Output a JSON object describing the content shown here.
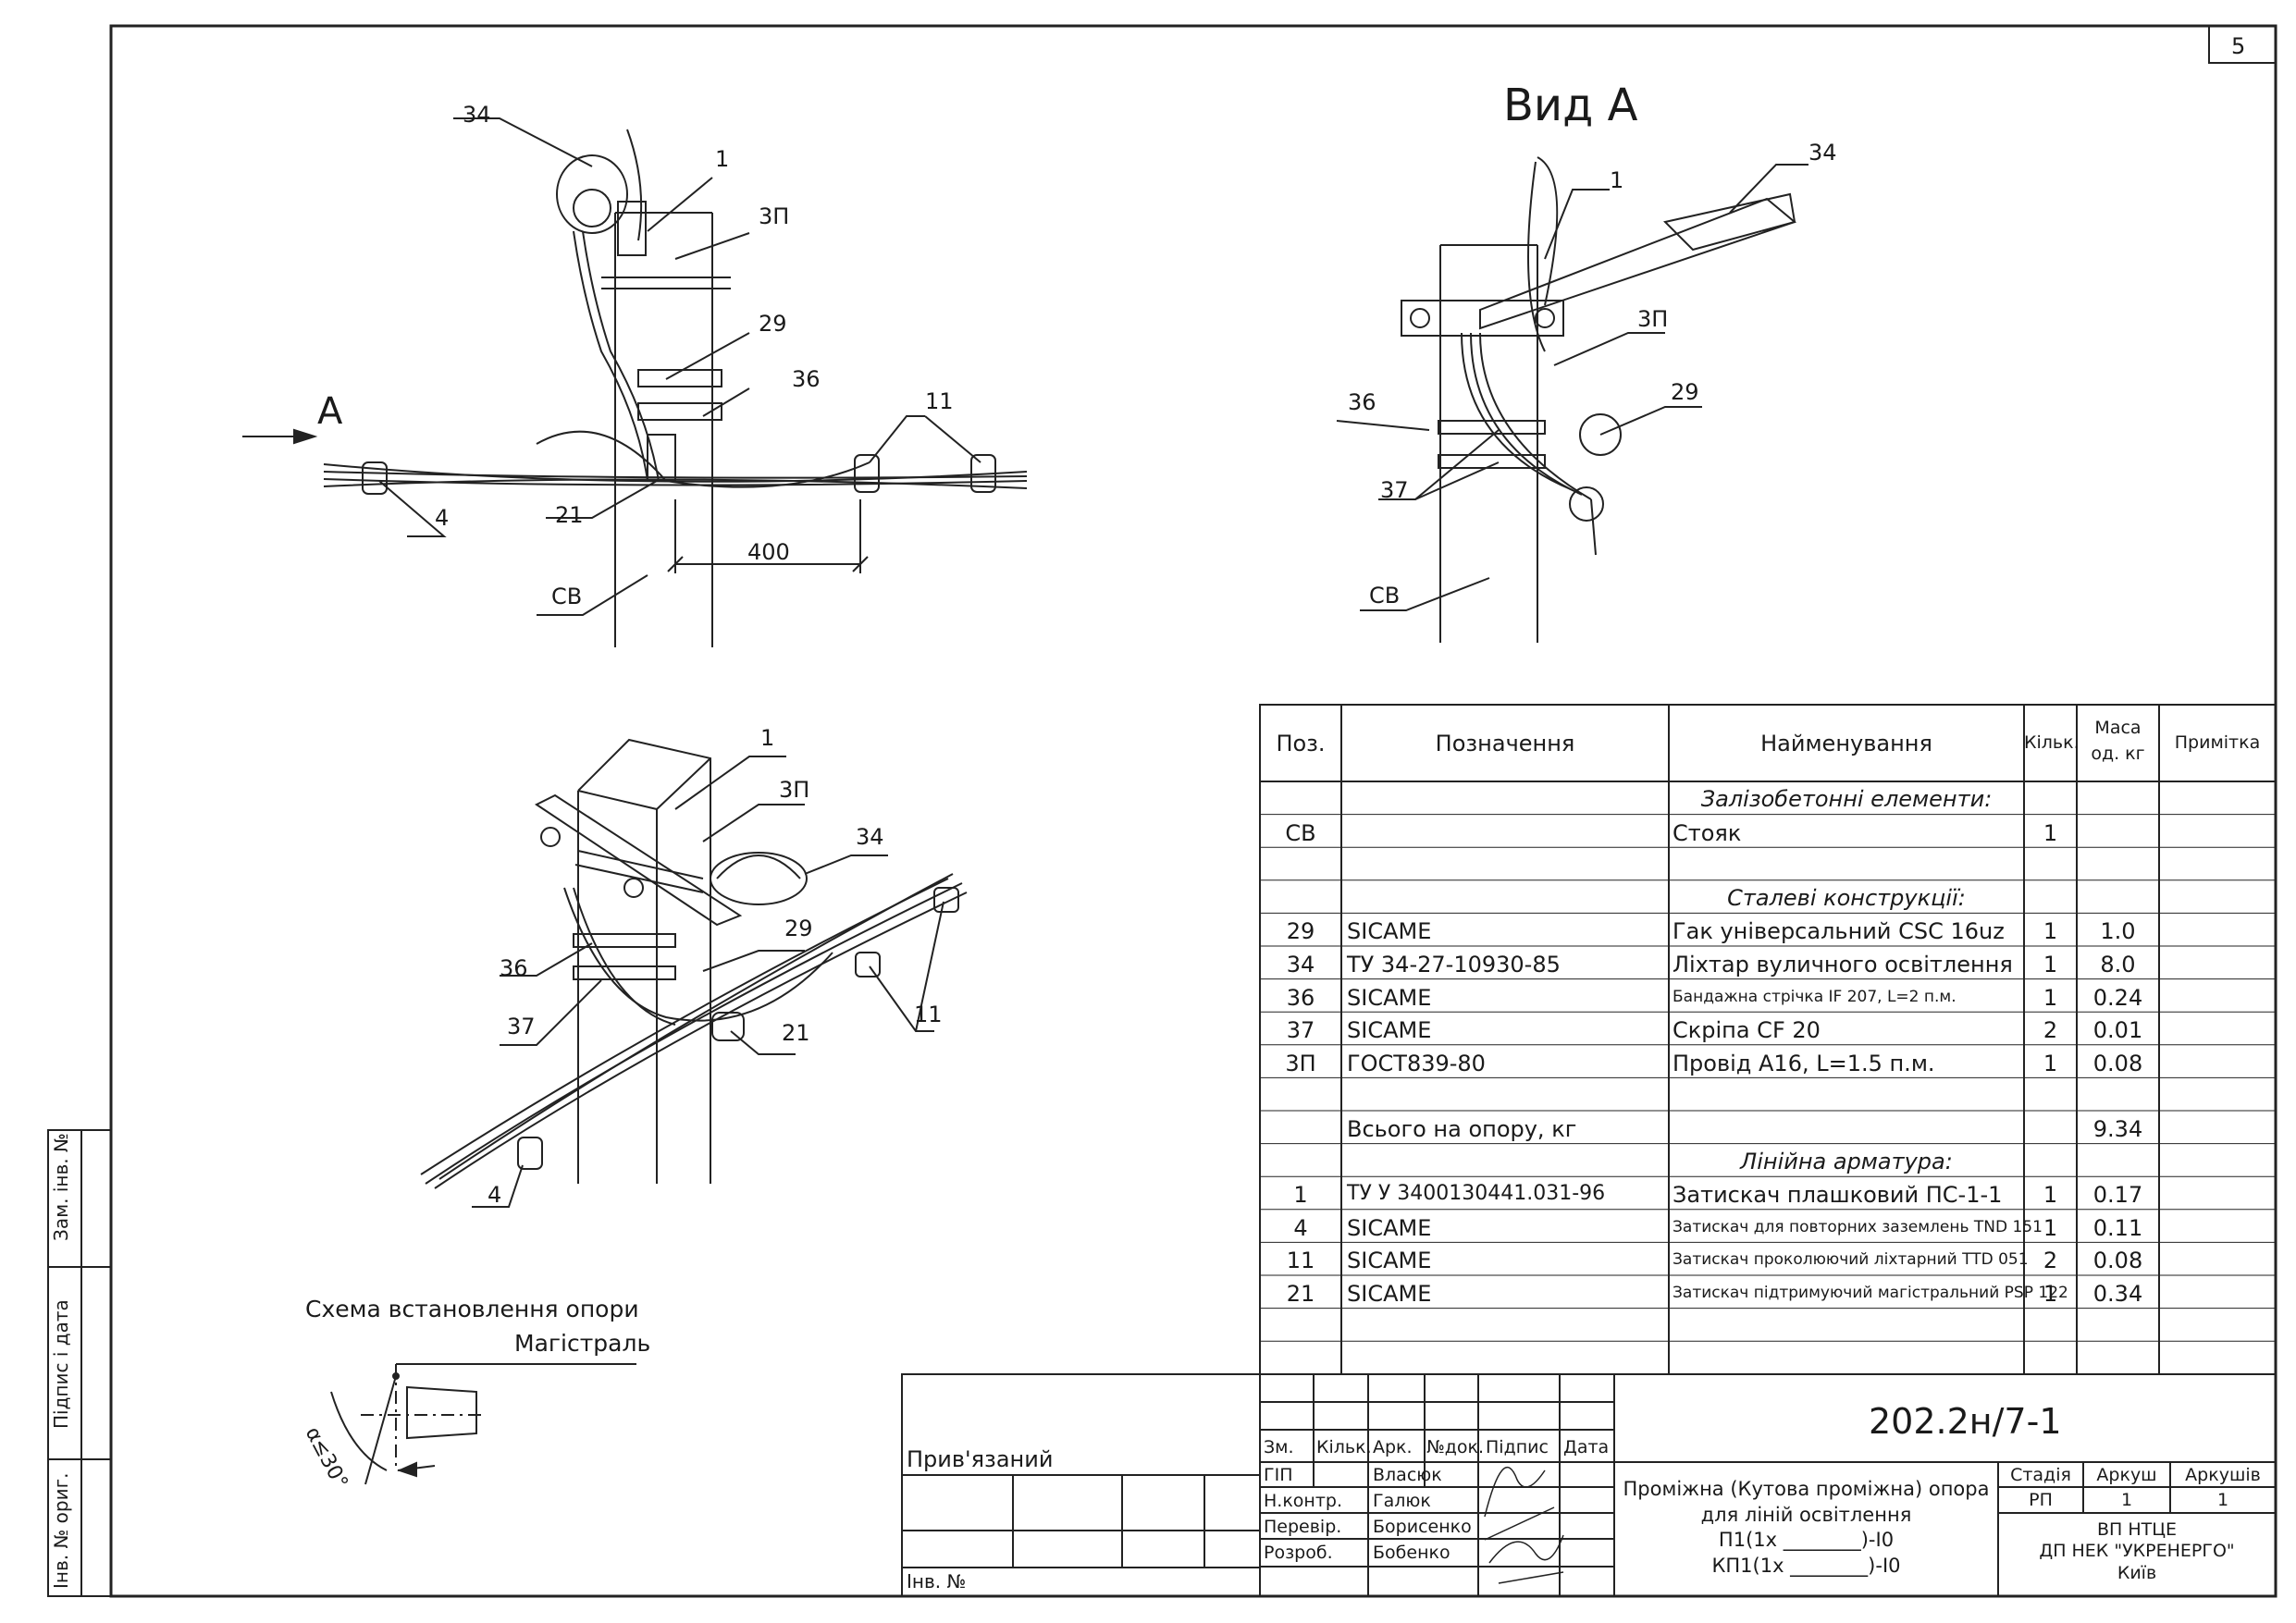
{
  "sheet": {
    "page_number": "5",
    "view_title": "Вид A",
    "arrow_label": "A",
    "dimension_400": "400",
    "install_scheme_title": "Схема встановлення опори",
    "mainline_label": "Магістраль",
    "angle_label": "α≤30°"
  },
  "callouts": {
    "main_view": [
      "34",
      "1",
      "3П",
      "29",
      "36",
      "11",
      "4",
      "21",
      "CB"
    ],
    "view_a": [
      "34",
      "1",
      "3П",
      "29",
      "36",
      "37",
      "CB"
    ],
    "iso_view": [
      "1",
      "3П",
      "34",
      "29",
      "36",
      "37",
      "21",
      "11",
      "4"
    ]
  },
  "side_stamp": [
    "Зам. інв. №",
    "Підпис і дата",
    "Інв. № ориг."
  ],
  "spec_table": {
    "headers": [
      "Поз.",
      "Позначення",
      "Найменування",
      "Кільк.",
      "Маса од. кг",
      "Примітка"
    ],
    "mass_header_lines": [
      "Маса",
      "од. кг"
    ],
    "rows": [
      {
        "section": "Залізобетонні елементи:"
      },
      {
        "pos": "CB",
        "designation": "",
        "name": "Стояк",
        "qty": "1",
        "mass": "",
        "note": ""
      },
      {
        "pos": "",
        "designation": "",
        "name": "",
        "qty": "",
        "mass": "",
        "note": ""
      },
      {
        "section": "Сталеві конструкції:"
      },
      {
        "pos": "29",
        "designation": "SICAME",
        "name": "Гак універсальний CSC 16uz",
        "qty": "1",
        "mass": "1.0",
        "note": ""
      },
      {
        "pos": "34",
        "designation": "ТУ 34-27-10930-85",
        "name": "Ліхтар вуличного освітлення",
        "qty": "1",
        "mass": "8.0",
        "note": ""
      },
      {
        "pos": "36",
        "designation": "SICAME",
        "name": "Бандажна стрічка IF 207, L=2 п.м.",
        "qty": "1",
        "mass": "0.24",
        "note": ""
      },
      {
        "pos": "37",
        "designation": "SICAME",
        "name": "Скріпа CF 20",
        "qty": "2",
        "mass": "0.01",
        "note": ""
      },
      {
        "pos": "3П",
        "designation": "ГОСТ839-80",
        "name": "Провід А16, L=1.5 п.м.",
        "qty": "1",
        "mass": "0.08",
        "note": ""
      },
      {
        "pos": "",
        "designation": "",
        "name": "",
        "qty": "",
        "mass": "",
        "note": ""
      },
      {
        "pos": "",
        "designation": "Всього на опору, кг",
        "name": "",
        "qty": "",
        "mass": "9.34",
        "note": ""
      },
      {
        "section": "Лінійна арматура:"
      },
      {
        "pos": "1",
        "designation": "ТУ У 3400130441.031-96",
        "name": "Затискач плашковий ПС-1-1",
        "qty": "1",
        "mass": "0.17",
        "note": ""
      },
      {
        "pos": "4",
        "designation": "SICAME",
        "name": "Затискач для повторних заземлень TND 151",
        "qty": "1",
        "mass": "0.11",
        "note": ""
      },
      {
        "pos": "11",
        "designation": "SICAME",
        "name": "Затискач проколюючий ліхтарний TTD 051",
        "qty": "2",
        "mass": "0.08",
        "note": ""
      },
      {
        "pos": "21",
        "designation": "SICAME",
        "name": "Затискач підтримуючий магістральний PSP 122",
        "qty": "1",
        "mass": "0.34",
        "note": ""
      },
      {
        "pos": "",
        "designation": "",
        "name": "",
        "qty": "",
        "mass": "",
        "note": ""
      },
      {
        "pos": "",
        "designation": "",
        "name": "",
        "qty": "",
        "mass": "",
        "note": ""
      }
    ]
  },
  "title_block": {
    "doc_code": "202.2н/7-1",
    "bound_label": "Прив'язаний",
    "inv_label": "Інв. №",
    "change_headers": [
      "Зм.",
      "Кільк.",
      "Арк.",
      "№док.",
      "Підпис",
      "Дата"
    ],
    "roles": [
      {
        "role": "ГІП",
        "name": "Власюк"
      },
      {
        "role": "Н.контр.",
        "name": "Галюк"
      },
      {
        "role": "Перевір.",
        "name": "Борисенко"
      },
      {
        "role": "Розроб.",
        "name": "Бобенко"
      }
    ],
    "description": [
      "Проміжна (Кутова проміжна) опора",
      "для ліній освітлення",
      "П1(1х ________)-I0",
      "КП1(1х ________)-I0"
    ],
    "stage_headers": [
      "Стадія",
      "Аркуш",
      "Аркушів"
    ],
    "stage_values": [
      "РП",
      "1",
      "1"
    ],
    "org": [
      "ВП НТЦЕ",
      "ДП НЕК \"УКРЕНЕРГО\"",
      "Київ"
    ]
  }
}
